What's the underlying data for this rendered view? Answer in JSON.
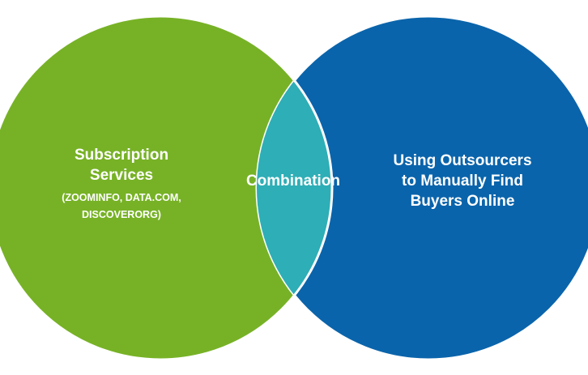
{
  "diagram": {
    "type": "venn",
    "left_circle": {
      "title_lines": [
        "Subscription",
        "Services"
      ],
      "subtitle_lines": [
        "(ZOOMINFO, DATA.COM,",
        "DISCOVERORG)"
      ],
      "color": "#77b226"
    },
    "right_circle": {
      "title_lines": [
        "Using Outsourcers",
        "to Manually Find",
        "Buyers Online"
      ],
      "color": "#0a64ab"
    },
    "overlap": {
      "label": "Combination",
      "color": "#2eaeb6"
    },
    "outline_color": "#ffffff"
  }
}
